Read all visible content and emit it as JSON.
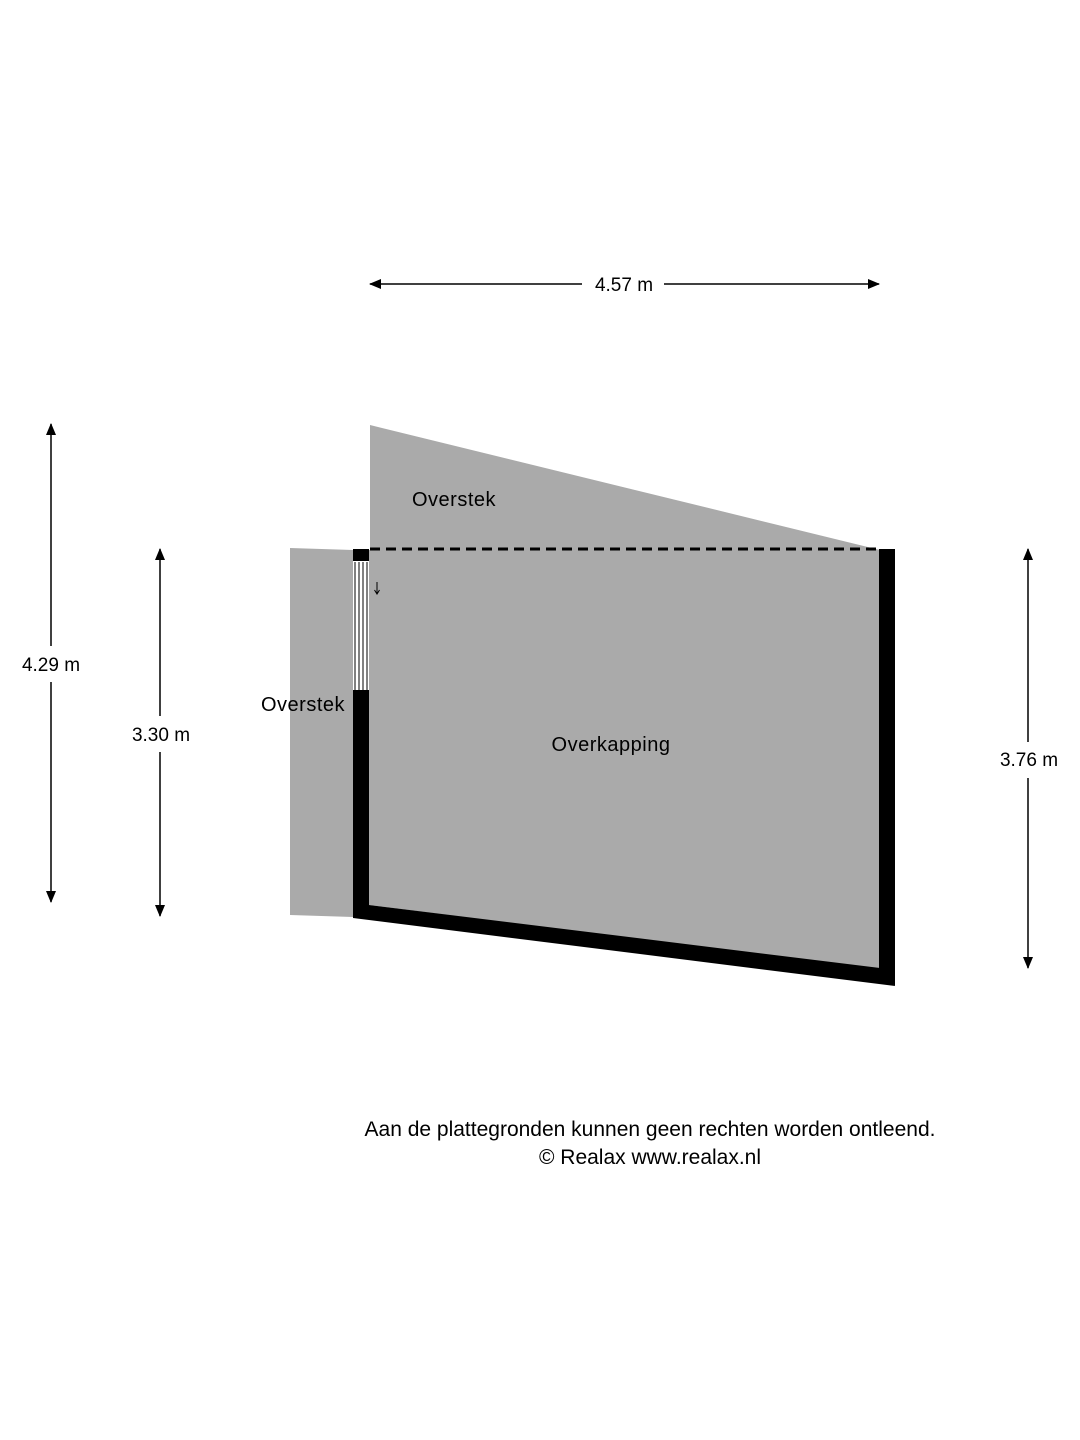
{
  "floorplan": {
    "dimensions": {
      "top_width": "4.57 m",
      "left_outer_height": "4.29 m",
      "left_inner_height": "3.30 m",
      "right_height": "3.76 m"
    },
    "rooms": {
      "top_overhang": "Overstek",
      "left_overhang": "Overstek",
      "main": "Overkapping"
    },
    "colors": {
      "fill": "#aaaaaa",
      "wall": "#000000",
      "background": "#ffffff"
    }
  },
  "footer": {
    "disclaimer": "Aan de plattegronden kunnen geen rechten worden ontleend.",
    "copyright": "© Realax www.realax.nl"
  }
}
